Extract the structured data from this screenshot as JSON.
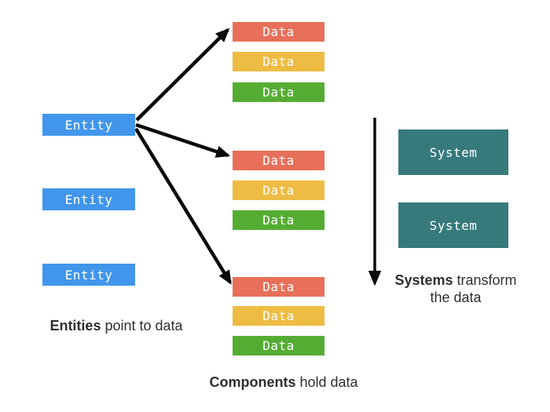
{
  "colors": {
    "entity_blue": "#4196ec",
    "data_red": "#e8705a",
    "data_yellow": "#eebc43",
    "data_green": "#54ad32",
    "system_teal": "#377a7b",
    "arrow_black": "#0a0a0a",
    "caption_text": "#2e2e2e"
  },
  "entities": {
    "items": [
      {
        "label": "Entity"
      },
      {
        "label": "Entity"
      },
      {
        "label": "Entity"
      }
    ],
    "caption": {
      "bold": "Entities",
      "rest": " point to data"
    }
  },
  "components": {
    "groups": [
      {
        "items": [
          {
            "label": "Data"
          },
          {
            "label": "Data"
          },
          {
            "label": "Data"
          }
        ]
      },
      {
        "items": [
          {
            "label": "Data"
          },
          {
            "label": "Data"
          },
          {
            "label": "Data"
          }
        ]
      },
      {
        "items": [
          {
            "label": "Data"
          },
          {
            "label": "Data"
          },
          {
            "label": "Data"
          }
        ]
      }
    ],
    "caption": {
      "bold": "Components",
      "rest": " hold data"
    }
  },
  "systems": {
    "items": [
      {
        "label": "System"
      },
      {
        "label": "System"
      }
    ],
    "caption": {
      "bold": "Systems",
      "rest": " transform the data"
    }
  }
}
